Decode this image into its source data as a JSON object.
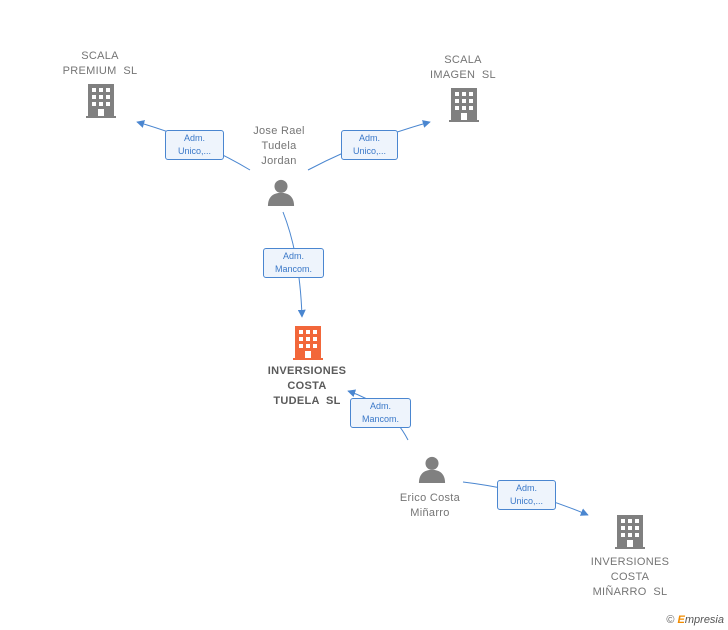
{
  "nodes": {
    "scala_premium": {
      "label_lines": [
        "SCALA",
        "PREMIUM  SL"
      ],
      "type": "company"
    },
    "scala_imagen": {
      "label_lines": [
        "SCALA",
        "IMAGEN  SL"
      ],
      "type": "company"
    },
    "jose_rael": {
      "label_lines": [
        "Jose Rael",
        "Tudela",
        "Jordan"
      ],
      "type": "person"
    },
    "inversiones_costa_tudela": {
      "label_lines": [
        "INVERSIONES",
        "COSTA",
        "TUDELA  SL"
      ],
      "type": "company-main"
    },
    "erico_costa": {
      "label_lines": [
        "Erico Costa",
        "Miñarro"
      ],
      "type": "person"
    },
    "inversiones_costa_minarro": {
      "label_lines": [
        "INVERSIONES",
        "COSTA",
        "MIÑARRO  SL"
      ],
      "type": "company"
    }
  },
  "edges": {
    "jose_to_premium": {
      "lines": [
        "Adm.",
        "Unico,..."
      ]
    },
    "jose_to_imagen": {
      "lines": [
        "Adm.",
        "Unico,..."
      ]
    },
    "jose_to_tudela": {
      "lines": [
        "Adm.",
        "Mancom."
      ]
    },
    "erico_to_tudela": {
      "lines": [
        "Adm.",
        "Mancom."
      ]
    },
    "erico_to_minarro": {
      "lines": [
        "Adm.",
        "Unico,..."
      ]
    }
  },
  "colors": {
    "edge": "#4a86d0",
    "icon": "#808080",
    "main_icon": "#f2673a"
  },
  "footer": {
    "copyright": "©",
    "brand_first": "E",
    "brand_rest": "mpresia"
  }
}
